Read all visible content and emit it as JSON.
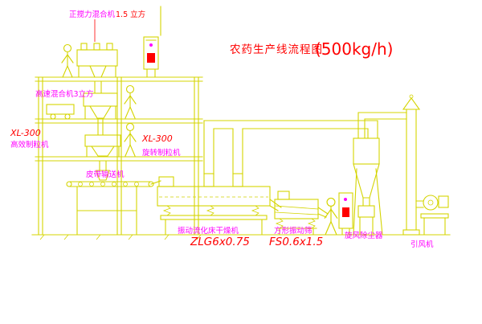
{
  "title": {
    "text": "农药生产线流程图",
    "capacity": "(500kg/h)"
  },
  "machines": {
    "paddle_mixer": {
      "name": "正搅力混合机",
      "spec": "1.5 立方"
    },
    "high_speed_mixer": {
      "name": "高速混合机3立方"
    },
    "granulator_left": {
      "model": "XL-300",
      "name": "高效制粒机"
    },
    "granulator_right": {
      "model": "XL-300",
      "name": "旋转制粒机"
    },
    "belt_conveyor": {
      "name": "皮带输送机"
    },
    "dryer": {
      "name": "振动流化床干燥机",
      "model": "ZLG6x0.75"
    },
    "screen": {
      "name": "方形振动筛",
      "model": "FS0.6x1.5"
    },
    "cyclone": {
      "name": "旋风除尘器"
    },
    "fan": {
      "name": "引风机"
    }
  },
  "colors": {
    "line": "#d4d400",
    "label": "#ff00ff",
    "model": "#ff0000",
    "title": "#ff0000",
    "panel": "#ff0000"
  }
}
